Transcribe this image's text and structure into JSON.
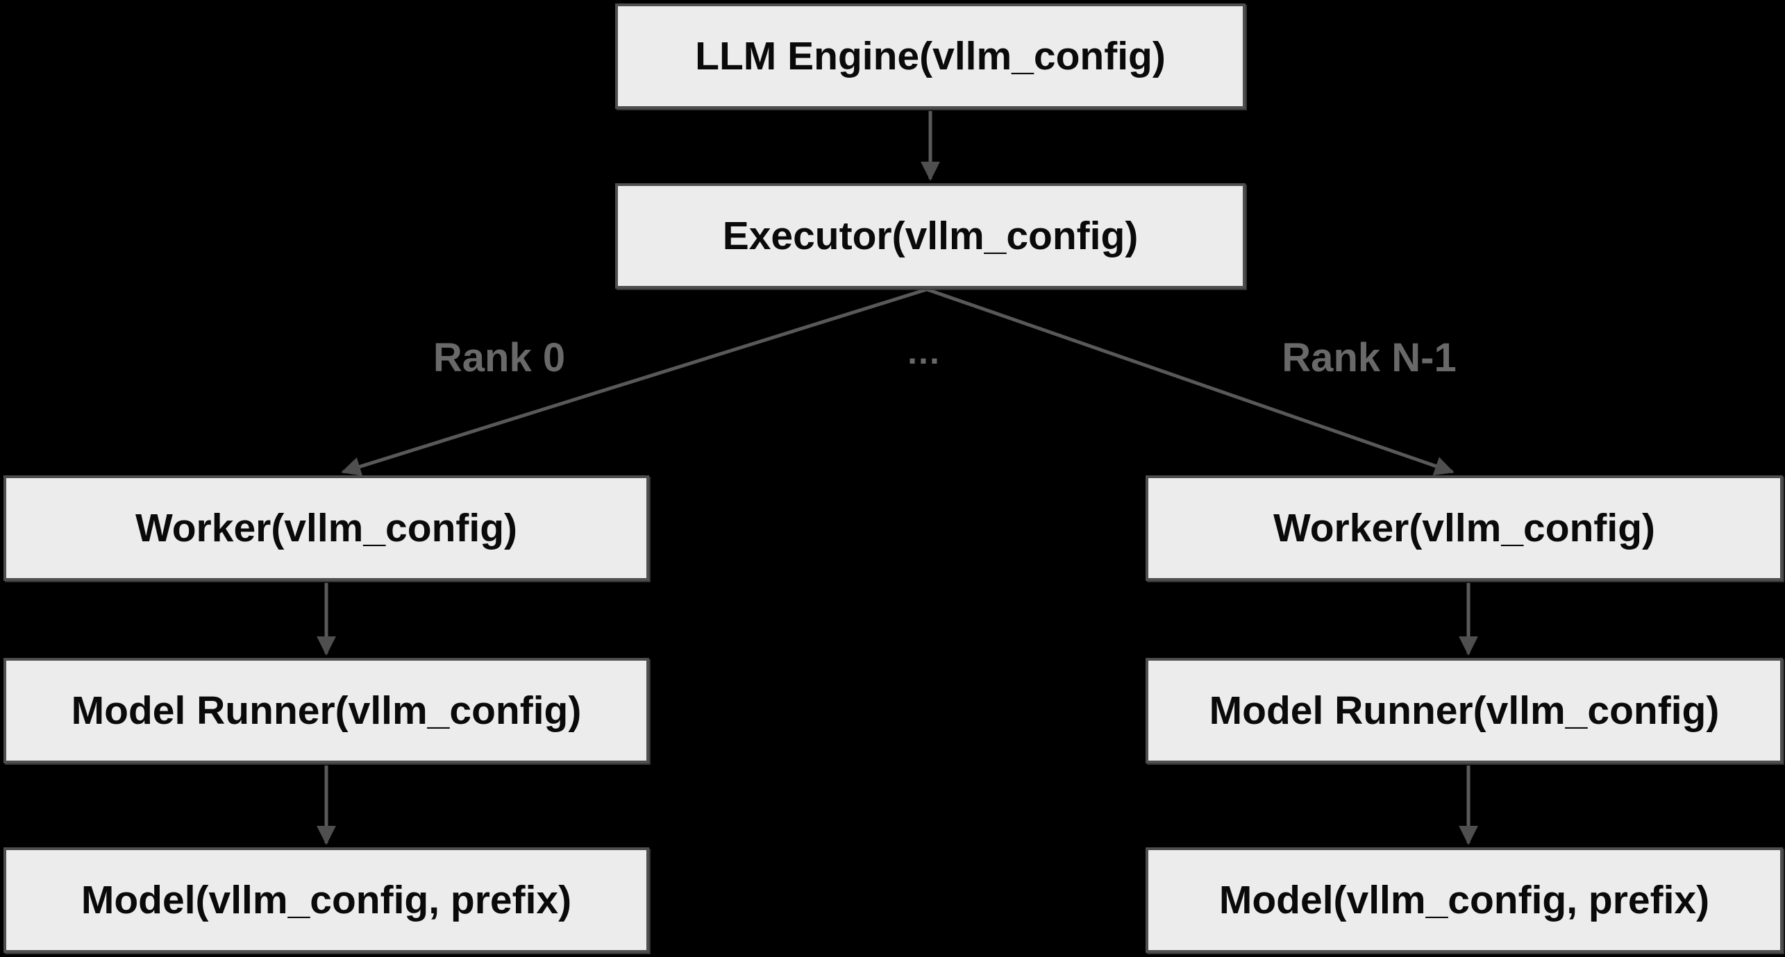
{
  "diagram": {
    "colors": {
      "background": "#000000",
      "node_fill": "#ececec",
      "node_border": "#4f4f4f",
      "node_text": "#0a0a0a",
      "arrow": "#595959",
      "edge_label_text": "#696969"
    },
    "nodes": {
      "llm_engine": "LLM Engine(vllm_config)",
      "executor": "Executor(vllm_config)",
      "worker_left": "Worker(vllm_config)",
      "model_runner_left": "Model Runner(vllm_config)",
      "model_left": "Model(vllm_config, prefix)",
      "worker_right": "Worker(vllm_config)",
      "model_runner_right": "Model Runner(vllm_config)",
      "model_right": "Model(vllm_config, prefix)"
    },
    "edge_labels": {
      "rank_0": "Rank 0",
      "ellipsis": "...",
      "rank_n_1": "Rank N-1"
    }
  }
}
